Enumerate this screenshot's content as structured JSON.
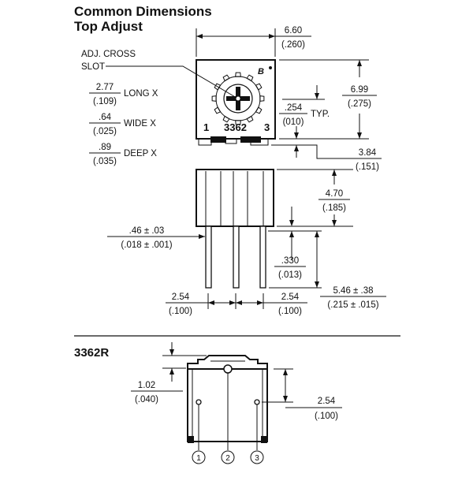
{
  "titles": {
    "line1": "Common Dimensions",
    "line2": "Top Adjust",
    "section2": "3362R"
  },
  "top_view": {
    "adj_slot_line1": "ADJ. CROSS",
    "adj_slot_line2": "SLOT",
    "model_label": "3362",
    "pin1_label": "1",
    "pin3_label": "3",
    "slot_long": {
      "mm": "2.77",
      "in": "(.109)",
      "label": "LONG X"
    },
    "slot_wide": {
      "mm": ".64",
      "in": "(.025)",
      "label": "WIDE X"
    },
    "slot_deep": {
      "mm": ".89",
      "in": "(.035)",
      "label": "DEEP X"
    },
    "width": {
      "mm": "6.60",
      "in": "(.260)"
    },
    "height": {
      "mm": "6.99",
      "in": "(.275)"
    },
    "offset": {
      "mm": ".254",
      "in": "(010)",
      "suffix": "TYP."
    },
    "standoff": {
      "mm": "3.84",
      "in": "(.151)"
    }
  },
  "side_view": {
    "body_height": {
      "mm": "4.70",
      "in": "(.185)"
    },
    "pin_dia": {
      "mm": ".46 ± .03",
      "in": "(.018 ± .001)"
    },
    "seat": {
      "mm": ".330",
      "in": "(.013)"
    },
    "pin_len": {
      "mm": "5.46 ± .38",
      "in": "(.215 ± .015)"
    },
    "pitch_left": {
      "mm": "2.54",
      "in": "(.100)"
    },
    "pitch_right": {
      "mm": "2.54",
      "in": "(.100)"
    }
  },
  "r_view": {
    "offset": {
      "mm": "1.02",
      "in": "(.040)"
    },
    "pitch": {
      "mm": "2.54",
      "in": "(.100)"
    },
    "pins": [
      "1",
      "2",
      "3"
    ]
  }
}
